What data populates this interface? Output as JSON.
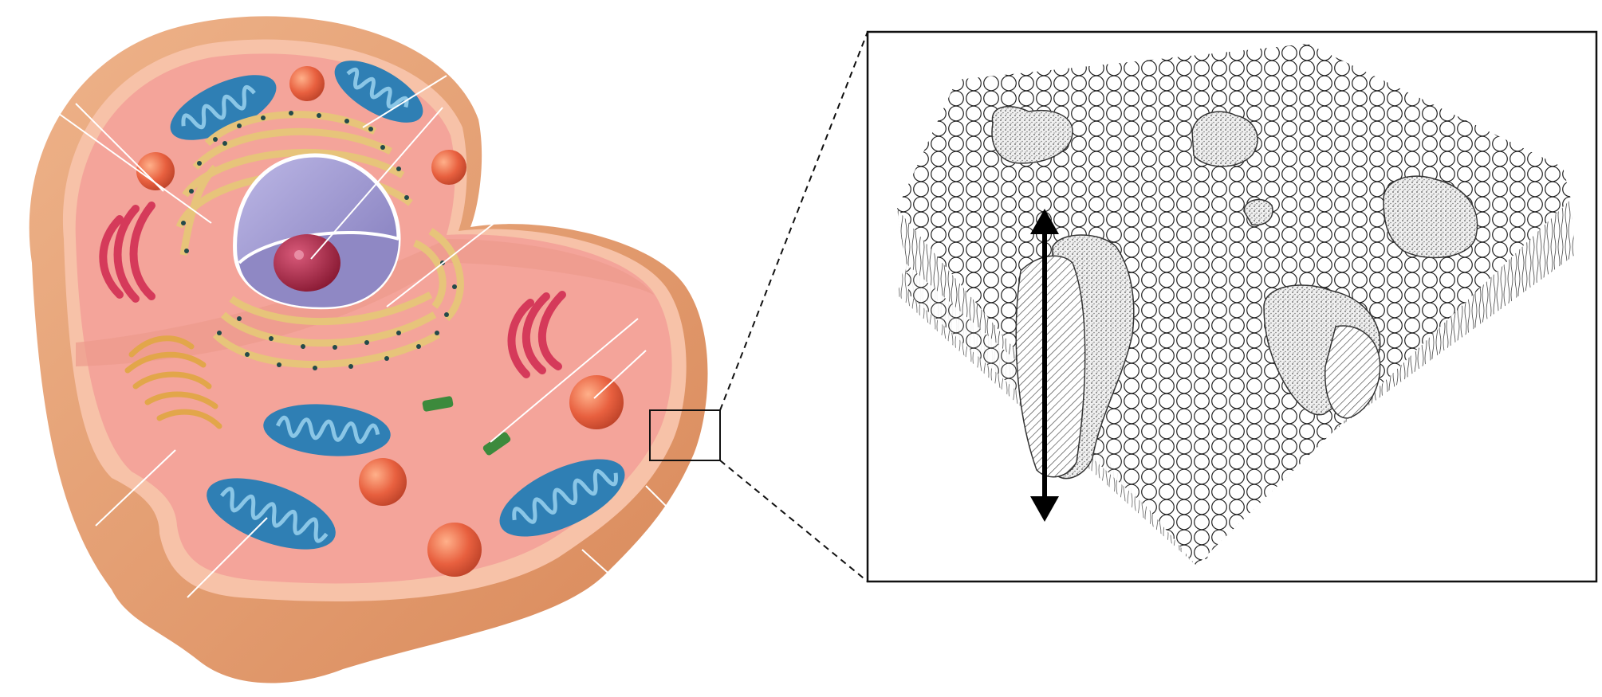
{
  "figure": {
    "type": "unlabeled biology diagram",
    "panels": [
      "animal-cell-cutaway",
      "plasma-membrane-magnified"
    ],
    "label_lines": {
      "cell": 9,
      "membrane": 0
    },
    "labels": []
  },
  "colors": {
    "cytoplasm": "#f4a49a",
    "cell_wall_outer": "#e9a87d",
    "mitochondria": "#2f7fb4",
    "mitochondria_cristae": "#8ac6e6",
    "lysosome": "#e0593c",
    "nucleus_envelope": "#9a93c9",
    "nucleolus": "#a3213f",
    "er_rough": "#e7c47a",
    "er_ribosome_dots": "#234a4a",
    "golgi": "#d53a5a",
    "smooth_er": "#e2a64a",
    "centriole": "#3c8a3c",
    "label_line": "#ffffff",
    "membrane_head": "#ffffff",
    "protein_stipple": "#444444",
    "zoom_box": "#111111"
  },
  "icons": {
    "double_arrow": "double-headed-vertical-arrow-icon"
  }
}
